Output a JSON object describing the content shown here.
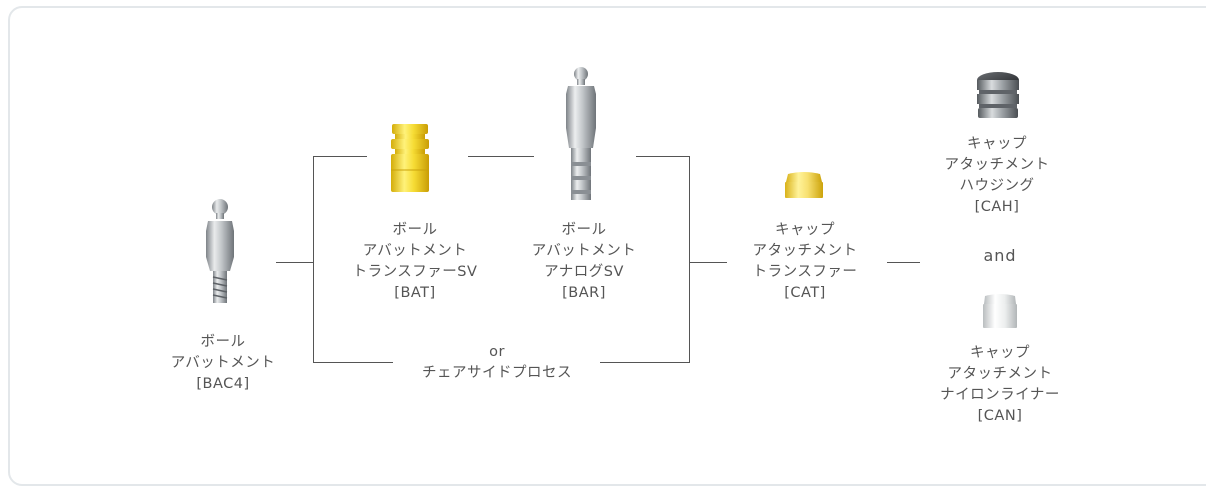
{
  "colors": {
    "line": "#555555",
    "frame_border": "#e3e7ea",
    "titanium": "#c4c8cb",
    "gold": "#f2d531",
    "dark_housing": "#3c3f42",
    "nylon": "#eceeee"
  },
  "nodes": {
    "bac4": {
      "lines": [
        "ボール",
        "アバットメント",
        "[BAC4]"
      ],
      "icon": "ball-abutment-icon"
    },
    "bat": {
      "lines": [
        "ボール",
        "アバットメント",
        "トランスファーSV",
        "[BAT]"
      ],
      "icon": "ball-abutment-transfer-icon"
    },
    "bar": {
      "lines": [
        "ボール",
        "アバットメント",
        "アナログSV",
        "[BAR]"
      ],
      "icon": "ball-abutment-analog-icon"
    },
    "cat": {
      "lines": [
        "キャップ",
        "アタッチメント",
        "トランスファー",
        "[CAT]"
      ],
      "icon": "cap-attachment-transfer-icon"
    },
    "cah": {
      "lines": [
        "キャップ",
        "アタッチメント",
        "ハウジング",
        "[CAH]"
      ],
      "icon": "cap-attachment-housing-icon"
    },
    "can": {
      "lines": [
        "キャップ",
        "アタッチメント",
        "ナイロンライナー",
        "[CAN]"
      ],
      "icon": "cap-attachment-nylon-liner-icon"
    }
  },
  "alternative": {
    "lines": [
      "or",
      "チェアサイドプロセス"
    ]
  },
  "connector": "and"
}
